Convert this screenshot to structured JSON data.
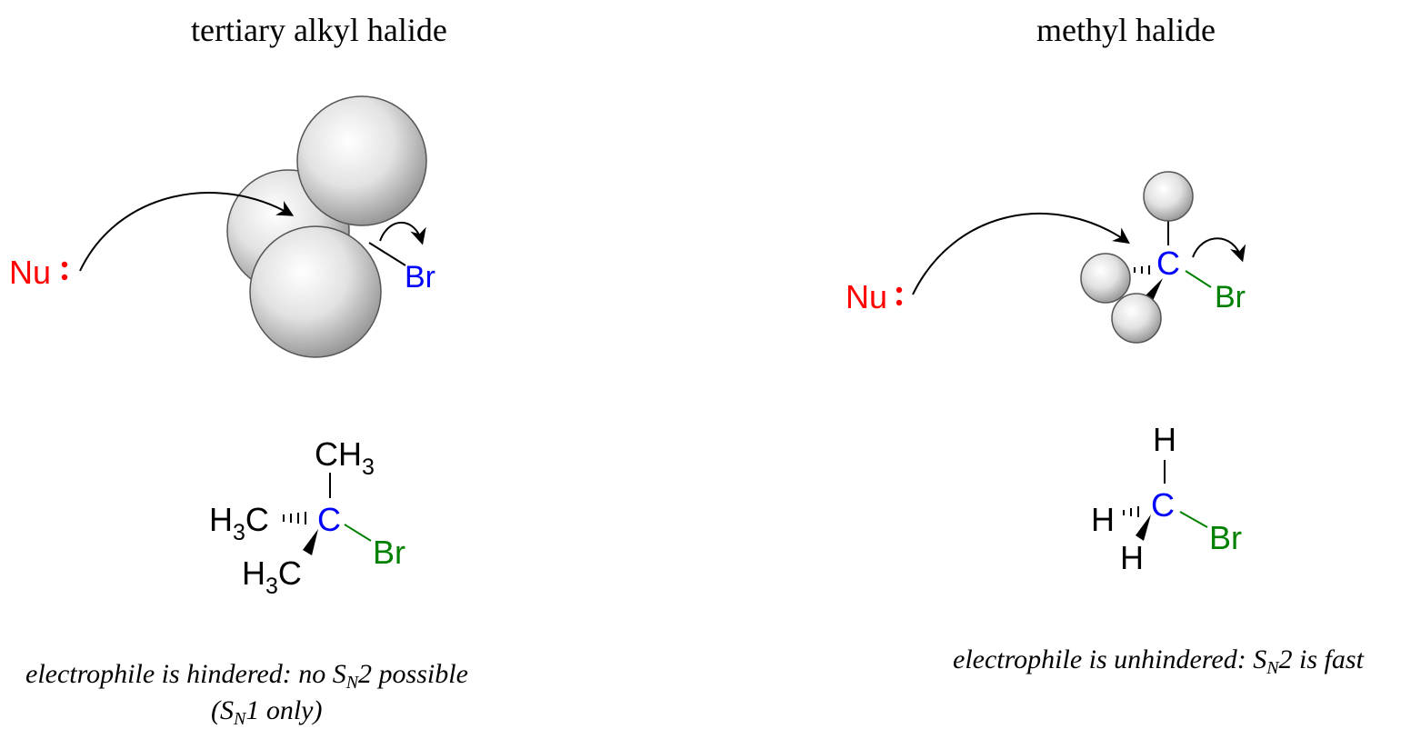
{
  "left": {
    "title": "tertiary alkyl halide",
    "nucleophile": "Nu",
    "leaving_group": "Br",
    "caption_line1_pre": "electrophile is hindered: no S",
    "caption_line1_sub": "N",
    "caption_line1_post": "2 possible",
    "caption_line2_pre": "(S",
    "caption_line2_sub": "N",
    "caption_line2_post": "1 only)",
    "structure": {
      "top_group": "CH",
      "top_group_sub": "3",
      "left_group_pre": "H",
      "left_group_sub": "3",
      "left_group_post": "C",
      "bottom_group_pre": "H",
      "bottom_group_sub": "3",
      "bottom_group_post": "C",
      "center": "C",
      "right": "Br"
    }
  },
  "right": {
    "title": "methyl halide",
    "nucleophile": "Nu",
    "carbon": "C",
    "leaving_group": "Br",
    "caption_pre": "electrophile is unhindered: S",
    "caption_sub": "N",
    "caption_post": "2 is fast",
    "structure": {
      "top": "H",
      "left": "H",
      "bottom": "H",
      "center": "C",
      "right": "Br"
    }
  },
  "colors": {
    "nucleophile": "#ff0000",
    "carbon": "#0000ff",
    "bromine_left_model": "#0000ff",
    "bromine": "#008000"
  }
}
